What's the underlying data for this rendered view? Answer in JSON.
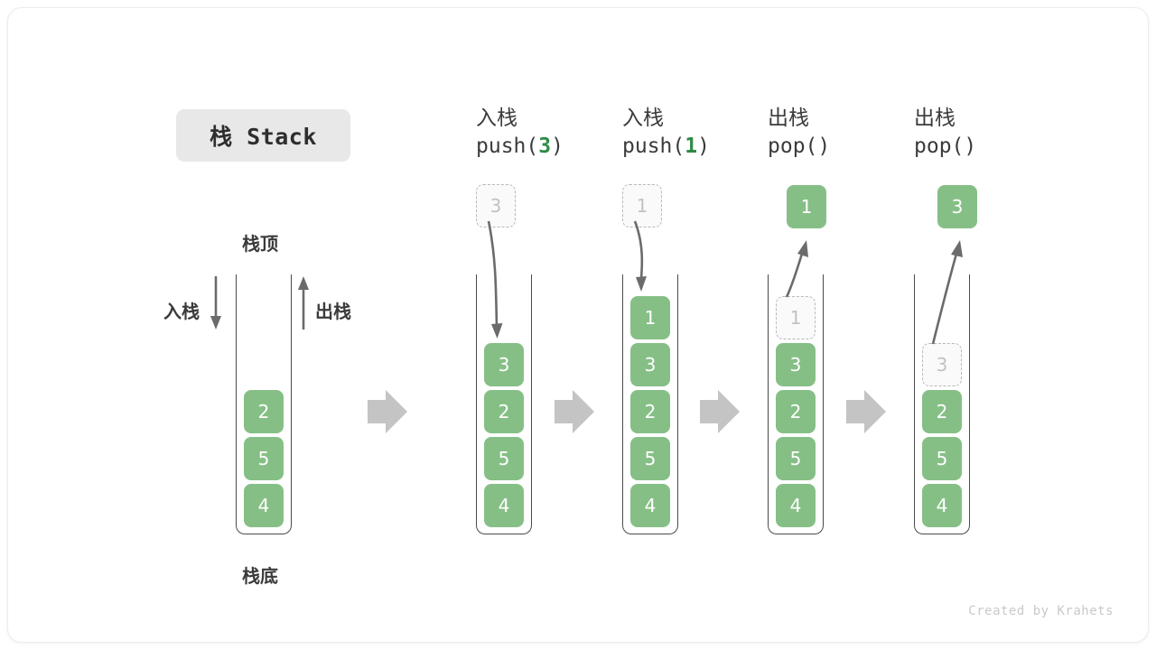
{
  "title": {
    "text": "栈 Stack"
  },
  "footer": {
    "credit": "Created by Krahets"
  },
  "colors": {
    "element_fill": "#86bf86",
    "element_text": "#ffffff",
    "ghost_fill": "#fafafa",
    "ghost_text": "#c2c2c2",
    "ghost_border": "#b9b9b9",
    "arrow_gray": "#c4c4c4",
    "curve_arrow": "#6b6b6b",
    "tube_stroke": "#4a4a4a",
    "accent_green": "#2e8b45",
    "label_text": "#3b3b3b"
  },
  "legend": {
    "top_label": "栈顶",
    "bottom_label": "栈底",
    "push_label": "入栈",
    "pop_label": "出栈"
  },
  "columns": [
    {
      "id": "initial",
      "heading_cn": "",
      "heading_code_prefix": "",
      "heading_code_arg": "",
      "heading_code_suffix": "",
      "elements": [
        "2",
        "5",
        "4"
      ],
      "ghost_index": -1,
      "floating": null
    },
    {
      "id": "push-3",
      "heading_cn": "入栈",
      "heading_code_prefix": "push(",
      "heading_code_arg": "3",
      "heading_code_suffix": ")",
      "elements": [
        "3",
        "2",
        "5",
        "4"
      ],
      "ghost_index": -1,
      "floating": {
        "value": "3",
        "style": "ghost",
        "direction": "in"
      }
    },
    {
      "id": "push-1",
      "heading_cn": "入栈",
      "heading_code_prefix": "push(",
      "heading_code_arg": "1",
      "heading_code_suffix": ")",
      "elements": [
        "1",
        "3",
        "2",
        "5",
        "4"
      ],
      "ghost_index": -1,
      "floating": {
        "value": "1",
        "style": "ghost",
        "direction": "in"
      }
    },
    {
      "id": "pop-1",
      "heading_cn": "出栈",
      "heading_code_prefix": "pop(",
      "heading_code_arg": "",
      "heading_code_suffix": ")",
      "elements": [
        "1",
        "3",
        "2",
        "5",
        "4"
      ],
      "ghost_index": 0,
      "floating": {
        "value": "1",
        "style": "solid",
        "direction": "out"
      }
    },
    {
      "id": "pop-3",
      "heading_cn": "出栈",
      "heading_code_prefix": "pop(",
      "heading_code_arg": "",
      "heading_code_suffix": ")",
      "elements": [
        "3",
        "2",
        "5",
        "4"
      ],
      "ghost_index": 0,
      "floating": {
        "value": "3",
        "style": "solid",
        "direction": "out"
      }
    }
  ]
}
